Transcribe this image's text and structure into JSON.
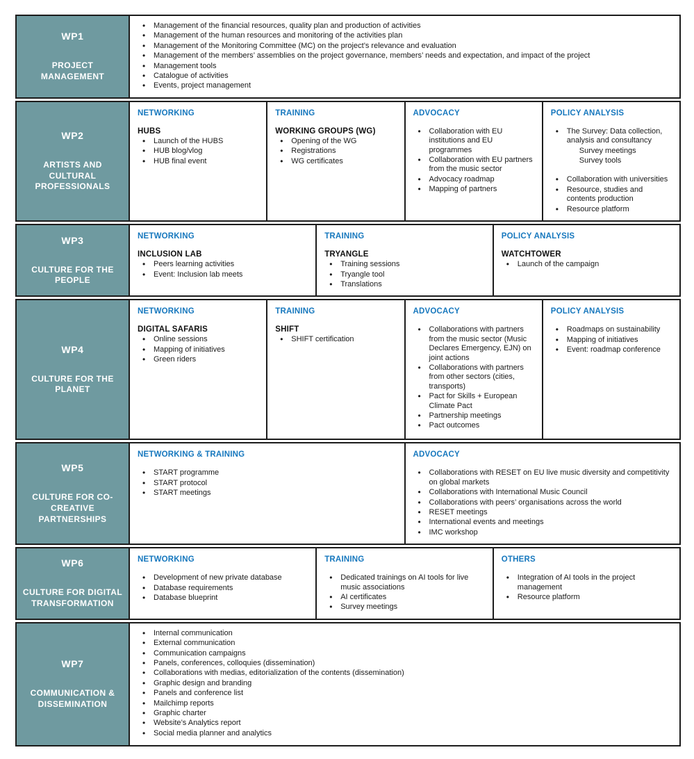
{
  "colors": {
    "teal": "#6F9AA0",
    "blue": "#1778BE",
    "border": "#1c1c1c",
    "text": "#1a1a1a"
  },
  "rows": [
    {
      "id": "wp1",
      "wp": "WP1",
      "title": "PROJECT MANAGEMENT",
      "cells": [
        {
          "span": 100,
          "header": "",
          "subheader": "",
          "items": [
            {
              "kind": "bullet",
              "text": "Management of the financial resources, quality plan and production of activities"
            },
            {
              "kind": "bullet",
              "text": "Management of the human resources and monitoring of the activities plan"
            },
            {
              "kind": "bullet",
              "text": "Management of the Monitoring Committee (MC) on the project’s relevance and evaluation"
            },
            {
              "kind": "bullet",
              "text": "Management of the members’ assemblies on the project governance, members’ needs and expectation, and impact of the project"
            },
            {
              "kind": "bullet",
              "text": "Management tools"
            },
            {
              "kind": "bullet",
              "text": "Catalogue of activities"
            },
            {
              "kind": "bullet",
              "text": "Events, project management"
            }
          ]
        }
      ]
    },
    {
      "id": "wp2",
      "wp": "WP2",
      "title": "ARTISTS AND CULTURAL PROFESSIONALS",
      "cells": [
        {
          "span": 25,
          "header": "NETWORKING",
          "subheader": "HUBS",
          "items": [
            {
              "kind": "bullet",
              "text": "Launch of the HUBS"
            },
            {
              "kind": "bullet",
              "text": "HUB blog/vlog"
            },
            {
              "kind": "bullet",
              "text": "HUB final event"
            }
          ]
        },
        {
          "span": 25,
          "header": "TRAINING",
          "subheader": "WORKING GROUPS (WG)",
          "items": [
            {
              "kind": "bullet",
              "text": "Opening of the WG"
            },
            {
              "kind": "bullet",
              "text": "Registrations"
            },
            {
              "kind": "bullet",
              "text": "WG certificates"
            }
          ]
        },
        {
          "span": 25,
          "header": "ADVOCACY",
          "subheader": "",
          "items": [
            {
              "kind": "bullet",
              "text": "Collaboration with EU institutions and EU programmes"
            },
            {
              "kind": "bullet",
              "text": "Collaboration with EU partners from the music sector"
            },
            {
              "kind": "bullet",
              "text": "Advocacy roadmap"
            },
            {
              "kind": "bullet",
              "text": "Mapping of partners"
            }
          ]
        },
        {
          "span": 25,
          "header": "POLICY ANALYSIS",
          "subheader": "",
          "items": [
            {
              "kind": "bullet",
              "text": "The Survey: Data collection, analysis and consultancy"
            },
            {
              "kind": "plain",
              "text": "Survey meetings"
            },
            {
              "kind": "plain",
              "text": "Survey tools"
            },
            {
              "kind": "gap",
              "text": ""
            },
            {
              "kind": "bullet",
              "text": "Collaboration with universities"
            },
            {
              "kind": "bullet",
              "text": "Resource, studies and contents production"
            },
            {
              "kind": "bullet",
              "text": "Resource platform"
            }
          ]
        }
      ]
    },
    {
      "id": "wp3",
      "wp": "WP3",
      "title": "CULTURE FOR THE PEOPLE",
      "cells": [
        {
          "span": 34,
          "header": "NETWORKING",
          "subheader": "INCLUSION LAB",
          "items": [
            {
              "kind": "bullet",
              "text": "Peers learning activities"
            },
            {
              "kind": "bullet",
              "text": "Event: Inclusion lab meets"
            }
          ]
        },
        {
          "span": 32,
          "header": "TRAINING",
          "subheader": "TRYANGLE",
          "items": [
            {
              "kind": "bullet",
              "text": "Training sessions"
            },
            {
              "kind": "bullet",
              "text": "Tryangle tool"
            },
            {
              "kind": "bullet",
              "text": "Translations"
            }
          ]
        },
        {
          "span": 34,
          "header": "POLICY ANALYSIS",
          "subheader": "WATCHTOWER",
          "items": [
            {
              "kind": "bullet",
              "text": "Launch of the campaign"
            }
          ]
        }
      ]
    },
    {
      "id": "wp4",
      "wp": "WP4",
      "title": "CULTURE FOR THE PLANET",
      "cells": [
        {
          "span": 25,
          "header": "NETWORKING",
          "subheader": "DIGITAL SAFARIS",
          "items": [
            {
              "kind": "bullet",
              "text": "Online sessions"
            },
            {
              "kind": "bullet",
              "text": "Mapping of initiatives"
            },
            {
              "kind": "bullet",
              "text": "Green riders"
            }
          ]
        },
        {
          "span": 25,
          "header": "TRAINING",
          "subheader": "SHIFT",
          "items": [
            {
              "kind": "bullet",
              "text": "SHIFT certification"
            }
          ]
        },
        {
          "span": 25,
          "header": "ADVOCACY",
          "subheader": "",
          "items": [
            {
              "kind": "bullet",
              "text": "Collaborations with partners from the music sector (Music Declares Emergency, EJN) on joint actions"
            },
            {
              "kind": "bullet",
              "text": "Collaborations with partners from other sectors (cities, transports)"
            },
            {
              "kind": "bullet",
              "text": "Pact for Skills + European Climate Pact"
            },
            {
              "kind": "bullet",
              "text": "Partnership meetings"
            },
            {
              "kind": "bullet",
              "text": "Pact outcomes"
            }
          ]
        },
        {
          "span": 25,
          "header": "POLICY ANALYSIS",
          "subheader": "",
          "items": [
            {
              "kind": "bullet",
              "text": "Roadmaps on sustainability"
            },
            {
              "kind": "bullet",
              "text": "Mapping of initiatives"
            },
            {
              "kind": "bullet",
              "text": "Event: roadmap conference"
            }
          ]
        }
      ]
    },
    {
      "id": "wp5",
      "wp": "WP5",
      "title": "CULTURE FOR CO-CREATIVE PARTNERSHIPS",
      "cells": [
        {
          "span": 50,
          "header": "NETWORKING & TRAINING",
          "subheader": "",
          "items": [
            {
              "kind": "bullet",
              "text": "START programme"
            },
            {
              "kind": "bullet",
              "text": "START protocol"
            },
            {
              "kind": "bullet",
              "text": "START meetings"
            }
          ]
        },
        {
          "span": 50,
          "header": "ADVOCACY",
          "subheader": "",
          "items": [
            {
              "kind": "bullet",
              "text": "Collaborations with RESET on EU live music diversity and competitivity on global markets"
            },
            {
              "kind": "bullet",
              "text": "Collaborations with International Music Council"
            },
            {
              "kind": "bullet",
              "text": "Collaborations with peers’ organisations across the world"
            },
            {
              "kind": "bullet",
              "text": "RESET meetings"
            },
            {
              "kind": "bullet",
              "text": "International events and meetings"
            },
            {
              "kind": "bullet",
              "text": "IMC workshop"
            }
          ]
        }
      ]
    },
    {
      "id": "wp6",
      "wp": "WP6",
      "title": "CULTURE FOR DIGITAL TRANSFORMATION",
      "cells": [
        {
          "span": 34,
          "header": "NETWORKING",
          "subheader": "",
          "items": [
            {
              "kind": "bullet",
              "text": "Development of new private database"
            },
            {
              "kind": "bullet",
              "text": "Database requirements"
            },
            {
              "kind": "bullet",
              "text": "Database blueprint"
            }
          ]
        },
        {
          "span": 32,
          "header": "TRAINING",
          "subheader": "",
          "items": [
            {
              "kind": "bullet",
              "text": "Dedicated trainings on AI tools for live music associations"
            },
            {
              "kind": "bullet",
              "text": "AI certificates"
            },
            {
              "kind": "bullet",
              "text": "Survey meetings"
            }
          ]
        },
        {
          "span": 34,
          "header": "OTHERS",
          "subheader": "",
          "items": [
            {
              "kind": "bullet",
              "text": "Integration of AI tools in the project management"
            },
            {
              "kind": "bullet",
              "text": "Resource platform"
            }
          ]
        }
      ]
    },
    {
      "id": "wp7",
      "wp": "WP7",
      "title": "COMMUNICATION & DISSEMINATION",
      "cells": [
        {
          "span": 100,
          "header": "",
          "subheader": "",
          "items": [
            {
              "kind": "bullet",
              "text": "Internal communication"
            },
            {
              "kind": "bullet",
              "text": "External communication"
            },
            {
              "kind": "bullet",
              "text": "Communication campaigns"
            },
            {
              "kind": "bullet",
              "text": "Panels, conferences, colloquies (dissemination)"
            },
            {
              "kind": "bullet",
              "text": "Collaborations with medias, editorialization of the contents (dissemination)"
            },
            {
              "kind": "bullet",
              "text": "Graphic design and branding"
            },
            {
              "kind": "bullet",
              "text": "Panels and conference list"
            },
            {
              "kind": "bullet",
              "text": "Mailchimp reports"
            },
            {
              "kind": "bullet",
              "text": "Graphic charter"
            },
            {
              "kind": "bullet",
              "text": "Website’s Analytics report"
            },
            {
              "kind": "bullet",
              "text": "Social media planner and analytics"
            }
          ]
        }
      ]
    }
  ]
}
